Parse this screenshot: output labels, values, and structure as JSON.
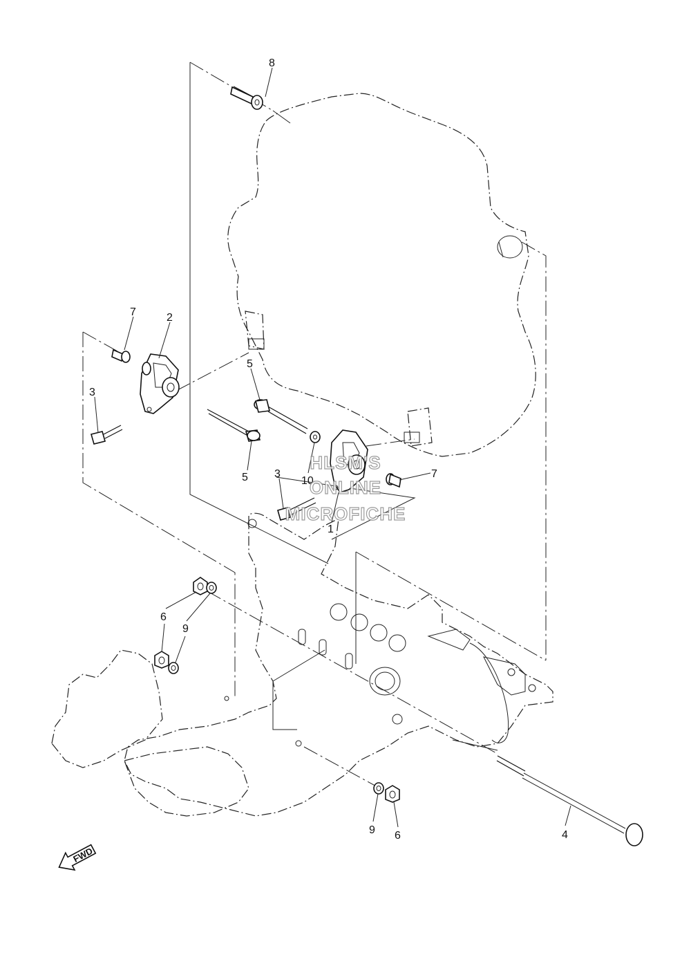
{
  "callouts": {
    "c8": "8",
    "c7a": "7",
    "c2": "2",
    "c3a": "3",
    "c5a": "5",
    "c5b": "5",
    "c10": "10",
    "c3b": "3",
    "c1": "1",
    "c7b": "7",
    "c6a": "6",
    "c9a": "9",
    "c9b": "9",
    "c6b": "6",
    "c4": "4"
  },
  "watermark": {
    "line1": "HLSM'S",
    "line2": "ONLINE",
    "line3": "MICROFICHE"
  },
  "fwd_label": "FWD"
}
